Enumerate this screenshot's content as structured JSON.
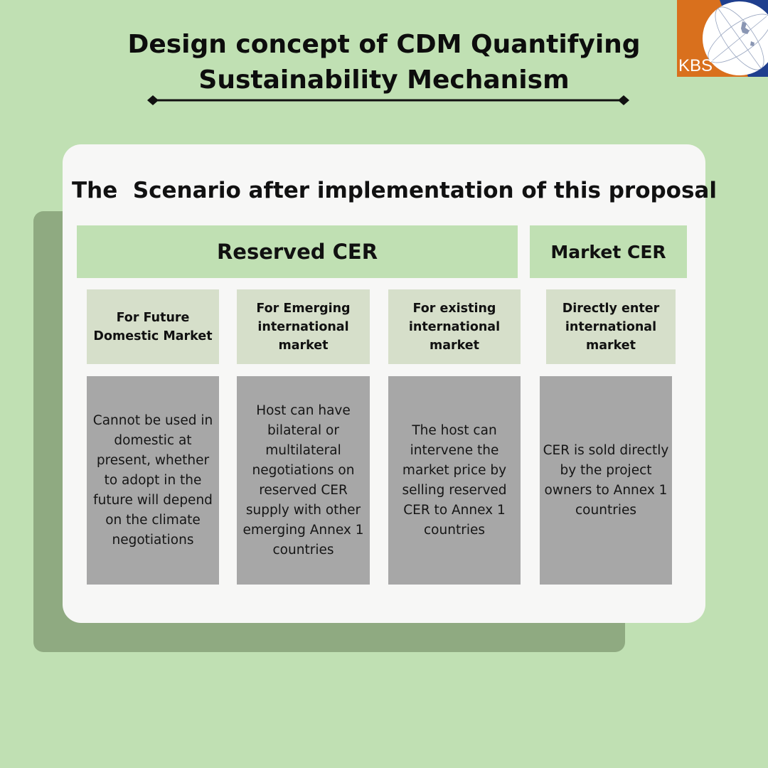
{
  "title": {
    "line1": "Design concept of CDM Quantifying",
    "line2": "Sustainability Mechanism"
  },
  "logo": {
    "text": "KBS",
    "colors": {
      "orange": "#d9701d",
      "navy": "#1f3f8e"
    }
  },
  "scenario_heading": "The  Scenario after implementation of this proposal",
  "groups": {
    "reserved": "Reserved CER",
    "market": "Market CER"
  },
  "columns": [
    {
      "label": "For Future Domestic Market",
      "description": "Cannot be used in domestic at present, whether to adopt in the future will depend on the climate negotiations"
    },
    {
      "label": "For Emerging international market",
      "description": "Host can have bilateral or multilateral negotiations on reserved CER supply with other emerging Annex 1 countries"
    },
    {
      "label": "For existing international market",
      "description": "The host can intervene the market price by selling reserved CER to Annex 1 countries"
    },
    {
      "label": "Directly enter international market",
      "description": "CER is sold directly by the project owners to Annex 1 countries"
    }
  ],
  "colors": {
    "background": "#c0e0b3",
    "card": "#f7f7f6",
    "shadow": "#8faa81",
    "label_box": "#d6dfca",
    "description_box": "#a7a7a7"
  }
}
